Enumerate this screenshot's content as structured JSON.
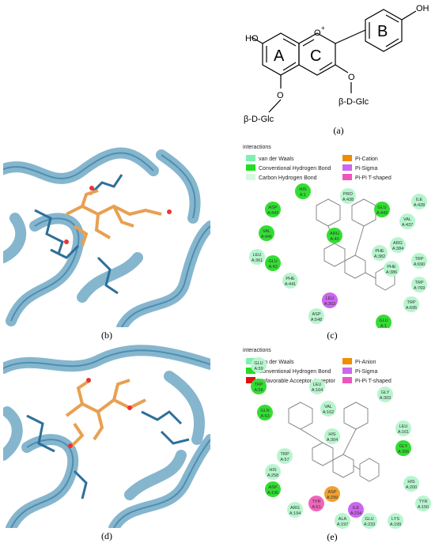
{
  "structure": {
    "ho_left": "HO",
    "oh_right": "OH",
    "o_plus": "O",
    "plus": "+",
    "ring_a": "A",
    "ring_b": "B",
    "ring_c": "C",
    "glc_left": "β-D-Glc",
    "glc_right": "β-D-Glc",
    "caption": "(a)"
  },
  "captions": {
    "b": "(b)",
    "c": "(c)",
    "d": "(d)",
    "e": "(e)"
  },
  "colors": {
    "protein": "#7fb3cc",
    "protein_dark": "#4f8eb0",
    "ligand": "#e8a050",
    "residue": "#2d6f9a"
  },
  "panel_c": {
    "legend_title": "interactions",
    "legend": [
      {
        "label": "van der Waals",
        "color": "#7ff0b0"
      },
      {
        "label": "Conventional Hydrogen Bond",
        "color": "#22dd22"
      },
      {
        "label": "Carbon Hydrogen Bond",
        "color": "#d8f7e0"
      },
      {
        "label": "Pi-Cation",
        "color": "#f08c00"
      },
      {
        "label": "Pi-Sigma",
        "color": "#cc66ee"
      },
      {
        "label": "Pi-Pi T-shaped",
        "color": "#ee55bb"
      }
    ],
    "residues": [
      {
        "name": "HIS",
        "id": "A:1",
        "type": "hbond"
      },
      {
        "name": "ASP",
        "id": "A:443",
        "type": "hbond"
      },
      {
        "name": "PRO",
        "id": "A:438",
        "type": "vdw"
      },
      {
        "name": "GLU",
        "id": "A:443",
        "type": "hbond"
      },
      {
        "name": "ILE",
        "id": "A:428",
        "type": "vdw"
      },
      {
        "name": "VAL",
        "id": "A:437",
        "type": "vdw"
      },
      {
        "name": "VAL",
        "id": "A:441",
        "type": "hbond"
      },
      {
        "name": "ARG",
        "id": "A:40",
        "type": "hbond"
      },
      {
        "name": "ARG",
        "id": "A:384",
        "type": "vdw"
      },
      {
        "name": "LEU",
        "id": "A:361",
        "type": "vdw"
      },
      {
        "name": "PHE",
        "id": "A:382",
        "type": "vdw"
      },
      {
        "name": "TRP",
        "id": "A:690",
        "type": "vdw"
      },
      {
        "name": "GLU",
        "id": "A:43",
        "type": "hbond"
      },
      {
        "name": "PHE",
        "id": "A:386",
        "type": "vdw"
      },
      {
        "name": "PHE",
        "id": "A:441",
        "type": "vdw"
      },
      {
        "name": "TRP",
        "id": "A:769",
        "type": "vdw"
      },
      {
        "name": "LEU",
        "id": "A:363",
        "type": "pisigma"
      },
      {
        "name": "TRP",
        "id": "A:695",
        "type": "vdw"
      },
      {
        "name": "ASP",
        "id": "A:548",
        "type": "vdw"
      },
      {
        "name": "GLU",
        "id": "A:1",
        "type": "hbond"
      }
    ]
  },
  "panel_e": {
    "legend_title": "interactions",
    "legend": [
      {
        "label": "van der Waals",
        "color": "#7ff0b0"
      },
      {
        "label": "Conventional Hydrogen Bond",
        "color": "#22dd22"
      },
      {
        "label": "Unfavorable Acceptor-Acceptor",
        "color": "#dd1111"
      },
      {
        "label": "Pi-Anion",
        "color": "#f08c00"
      },
      {
        "label": "Pi-Sigma",
        "color": "#cc66ee"
      },
      {
        "label": "Pi-Pi T-shaped",
        "color": "#ee55bb"
      }
    ],
    "residues": [
      {
        "name": "GLU",
        "id": "A:59",
        "type": "vdw"
      },
      {
        "name": "TRP",
        "id": "A:58",
        "type": "hbond"
      },
      {
        "name": "LEU",
        "id": "A:164",
        "type": "vdw"
      },
      {
        "name": "GLY",
        "id": "A:303",
        "type": "vdw"
      },
      {
        "name": "GLN",
        "id": "A:63",
        "type": "hbond"
      },
      {
        "name": "VAL",
        "id": "A:162",
        "type": "vdw"
      },
      {
        "name": "HIS",
        "id": "A:304",
        "type": "vdw"
      },
      {
        "name": "LEU",
        "id": "A:161",
        "type": "vdw"
      },
      {
        "name": "GLY",
        "id": "A:306",
        "type": "hbond"
      },
      {
        "name": "TRP",
        "id": "A:57",
        "type": "vdw"
      },
      {
        "name": "HIS",
        "id": "A:258",
        "type": "vdw"
      },
      {
        "name": "HIS",
        "id": "A:200",
        "type": "vdw"
      },
      {
        "name": "TYR",
        "id": "A:150",
        "type": "vdw"
      },
      {
        "name": "ASP",
        "id": "A:196",
        "type": "hbond"
      },
      {
        "name": "ASP",
        "id": "A:299",
        "type": "pianion"
      },
      {
        "name": "ARG",
        "id": "A:194",
        "type": "vdw"
      },
      {
        "name": "TYR",
        "id": "A:61",
        "type": "pipi"
      },
      {
        "name": "ILE",
        "id": "A:234",
        "type": "pisigma"
      },
      {
        "name": "LYS",
        "id": "A:199",
        "type": "vdw"
      },
      {
        "name": "ALA",
        "id": "A:197",
        "type": "vdw"
      },
      {
        "name": "GLU",
        "id": "A:233",
        "type": "vdw"
      }
    ]
  }
}
